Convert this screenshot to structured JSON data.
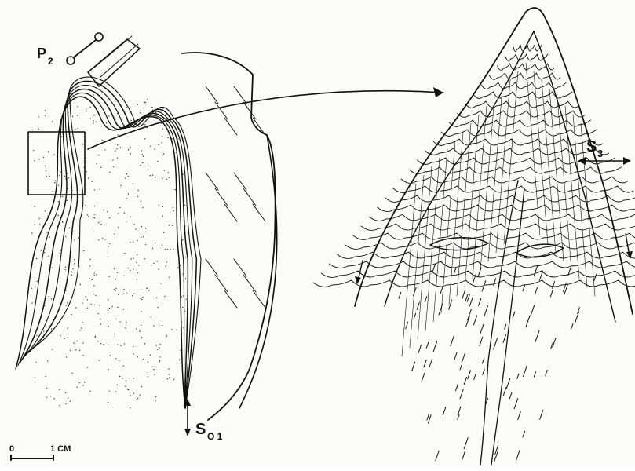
{
  "figure": {
    "labels": {
      "p": "P",
      "p_sub": "2",
      "s3": "S",
      "s3_sub": "3",
      "so": "S",
      "so_sub": "O 1"
    },
    "scale_bar": {
      "zero": "0",
      "one": "1 CM"
    }
  },
  "colors": {
    "ink": "#111111",
    "paper": "#fbfbf9"
  }
}
